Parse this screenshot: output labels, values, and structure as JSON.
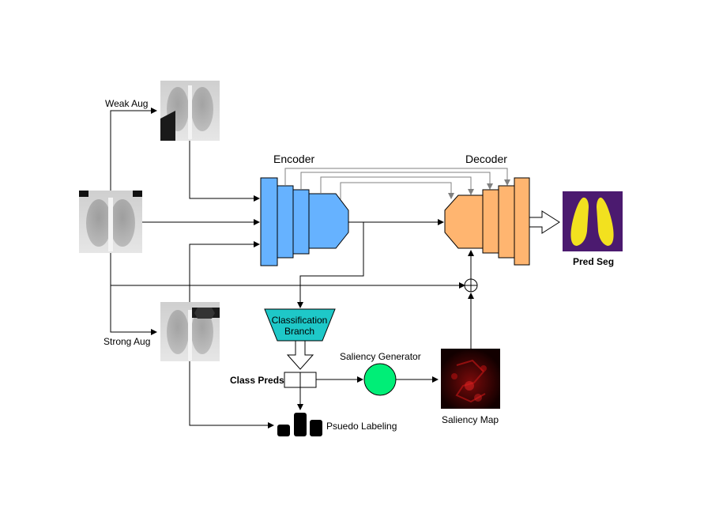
{
  "labels": {
    "weak_aug": "Weak Aug",
    "strong_aug": "Strong Aug",
    "encoder": "Encoder",
    "decoder": "Decoder",
    "pred_seg": "Pred Seg",
    "classification_line1": "Classification",
    "classification_line2": "Branch",
    "class_preds": "Class Preds",
    "saliency_generator": "Saliency Generator",
    "saliency_map": "Saliency Map",
    "pseudo_labeling": "Psuedo Labeling"
  },
  "colors": {
    "encoder": "#66b2ff",
    "decoder": "#ffb570",
    "classification": "#1ec8c8",
    "saliency_generator": "#00ee77",
    "pred_seg_bg": "#4b1a6f",
    "pred_seg_lung": "#f2e11f",
    "skip_arrow": "#808080"
  }
}
